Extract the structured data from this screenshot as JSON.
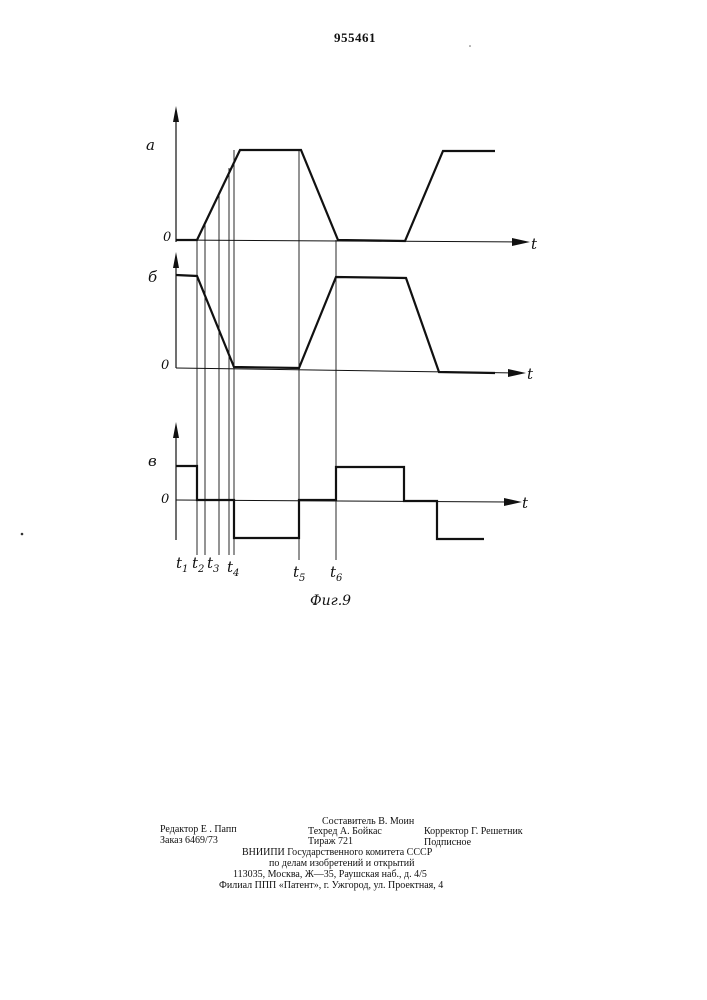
{
  "patent_number": "955461",
  "figure": {
    "caption": "Фиг.9",
    "panel_labels": [
      "а",
      "б",
      "в"
    ],
    "zero_label": "0",
    "axis_label": "t",
    "time_marks": [
      "t1",
      "t2",
      "t3",
      "t4",
      "t5",
      "t6"
    ]
  },
  "imprint": {
    "editor": "Редактор Е . Папп",
    "compiler": "Составитель В. Моин",
    "order": "Заказ 6469/73",
    "techred": "Техред А. Бойкас",
    "corrector": "Корректор Г. Решетник",
    "circulation": "Тираж 721",
    "subscription": "Подписное",
    "org1": "ВНИИПИ  Государственного  комитета  СССР",
    "org2": "по  делам  изобретений  и  открытий",
    "address": "113035,  Москва,  Ж—35,  Раушская  наб.,  д.  4/5",
    "branch": "Филиал  ППП  «Патент»,  г.  Ужгород,  ул.  Проектная,  4"
  }
}
